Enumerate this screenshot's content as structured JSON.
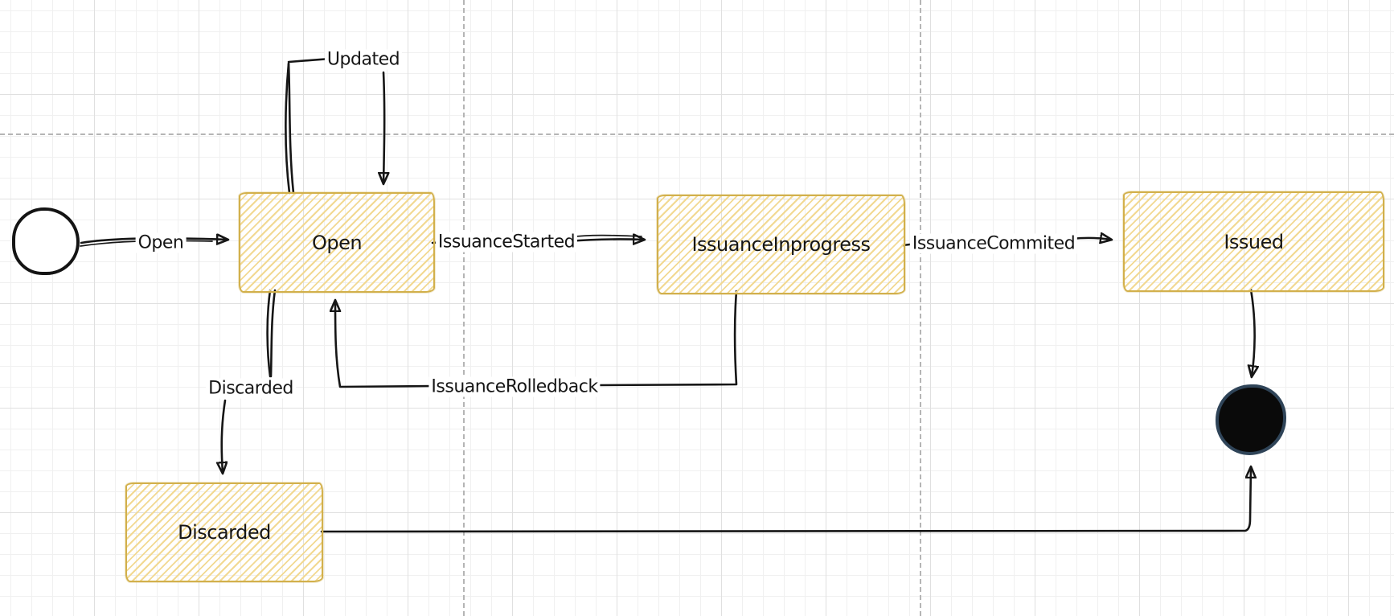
{
  "diagram": {
    "type": "state-machine",
    "states": {
      "open": "Open",
      "inprogress": "IssuanceInprogress",
      "issued": "Issued",
      "discarded": "Discarded"
    },
    "transitions": {
      "open": "Open",
      "updated": "Updated",
      "started": "IssuanceStarted",
      "commited": "IssuanceCommited",
      "rolledback": "IssuanceRolledback",
      "discarded": "Discarded"
    },
    "markers": {
      "start": "initial-state",
      "end": "final-state"
    }
  },
  "colors": {
    "box_stroke": "#d2b04c",
    "box_hatch": "#f2d992",
    "arrow": "#161616",
    "text": "#161616",
    "final_fill": "#0a0a0a",
    "final_outline": "#2f4458",
    "start_outline": "#141414",
    "pagebreak": "#b5b5b5",
    "grid_minor": "#f0f0f0",
    "grid_major": "#e0e0e0",
    "canvas_bg": "#ffffff"
  }
}
